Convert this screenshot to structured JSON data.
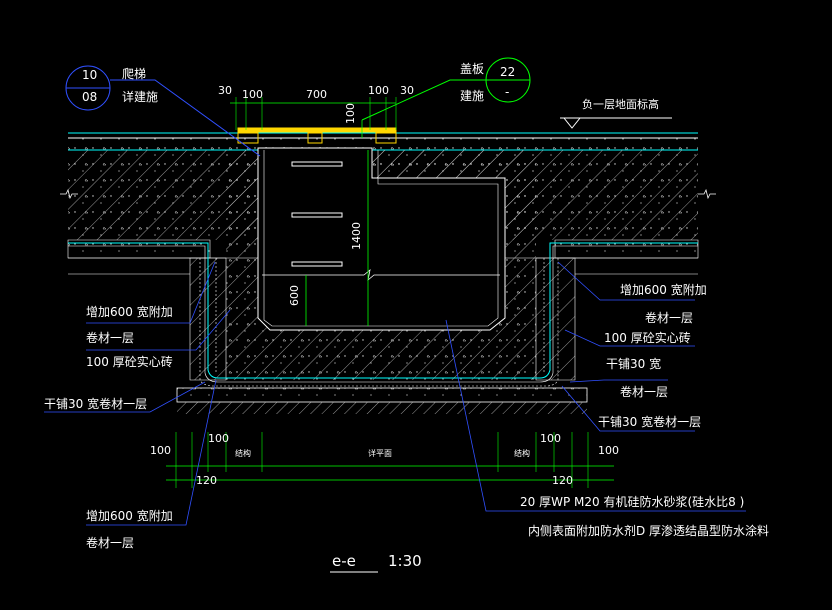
{
  "title": {
    "label": "e-e",
    "scale": "1:30"
  },
  "callouts": {
    "ladder": {
      "name": "爬梯",
      "ref": "详建施",
      "num_top": "10",
      "num_bottom": "08"
    },
    "cover": {
      "name": "盖板",
      "ref": "建施",
      "num_top": "22",
      "num_bottom": "-"
    },
    "floor_level": "负一层地面标高"
  },
  "dimensions": {
    "top": [
      "30",
      "100",
      "700",
      "100",
      "30"
    ],
    "slab": "100",
    "height_total": "1400",
    "height_lower": "600",
    "bottom_left": [
      "100",
      "100",
      "120"
    ],
    "bottom_right": [
      "100",
      "100",
      "120"
    ],
    "struct_left": "结构",
    "struct_right": "结构",
    "detail_plan": "详平面"
  },
  "notes": {
    "left_upper": [
      "增加600 宽附加",
      "卷材一层"
    ],
    "left_brick": "100 厚砼实心砖",
    "left_membrane": "干铺30 宽卷材一层",
    "left_lower": [
      "增加600 宽附加",
      "卷材一层"
    ],
    "right_upper": [
      "增加600 宽附加",
      "卷材一层"
    ],
    "right_brick": "100 厚砼实心砖",
    "right_membrane": [
      "干铺30 宽",
      "卷材一层"
    ],
    "right_lower": "干铺30 宽卷材一层",
    "bottom_note_1": "20 厚WP  M20  有机硅防水砂浆(硅水比8 )",
    "bottom_note_2": "内侧表面附加防水剂D 厚渗透结晶型防水涂料"
  },
  "colors": {
    "background": "#000000",
    "concrete": "#cfcfcf",
    "lines": "#ffffff",
    "leaders": "#00ff00",
    "detail_lines": "#00ffff",
    "blue_leaders": "#3050ff"
  }
}
